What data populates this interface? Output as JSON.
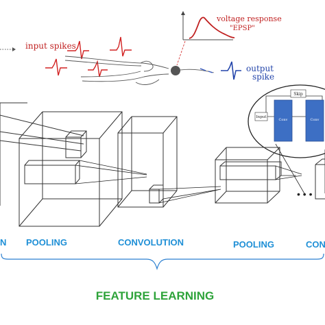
{
  "neuron": {
    "input_label": "input spikes",
    "response_label": "voltage response",
    "epsp_label": "\"EPSP\"",
    "output_label_1": "output",
    "output_label_2": "spike"
  },
  "resnet_inset": {
    "skip_label": "Skip",
    "input_label": "Input",
    "block_label_1": "Conv",
    "block_label_2": "Conv"
  },
  "stages": {
    "stage_1": "N",
    "stage_2": "POOLING",
    "stage_3": "CONVOLUTION",
    "stage_4": "POOLING",
    "stage_5": "CON"
  },
  "group_label": "FEATURE LEARNING",
  "ellipsis": "• • •",
  "colors": {
    "stage_text": "#1e8fd6",
    "group_text": "#2ea33a",
    "brace": "#2a7fd0",
    "spike_red": "#d22222",
    "spike_blue": "#2244aa",
    "block_blue": "#3d6fc4"
  }
}
